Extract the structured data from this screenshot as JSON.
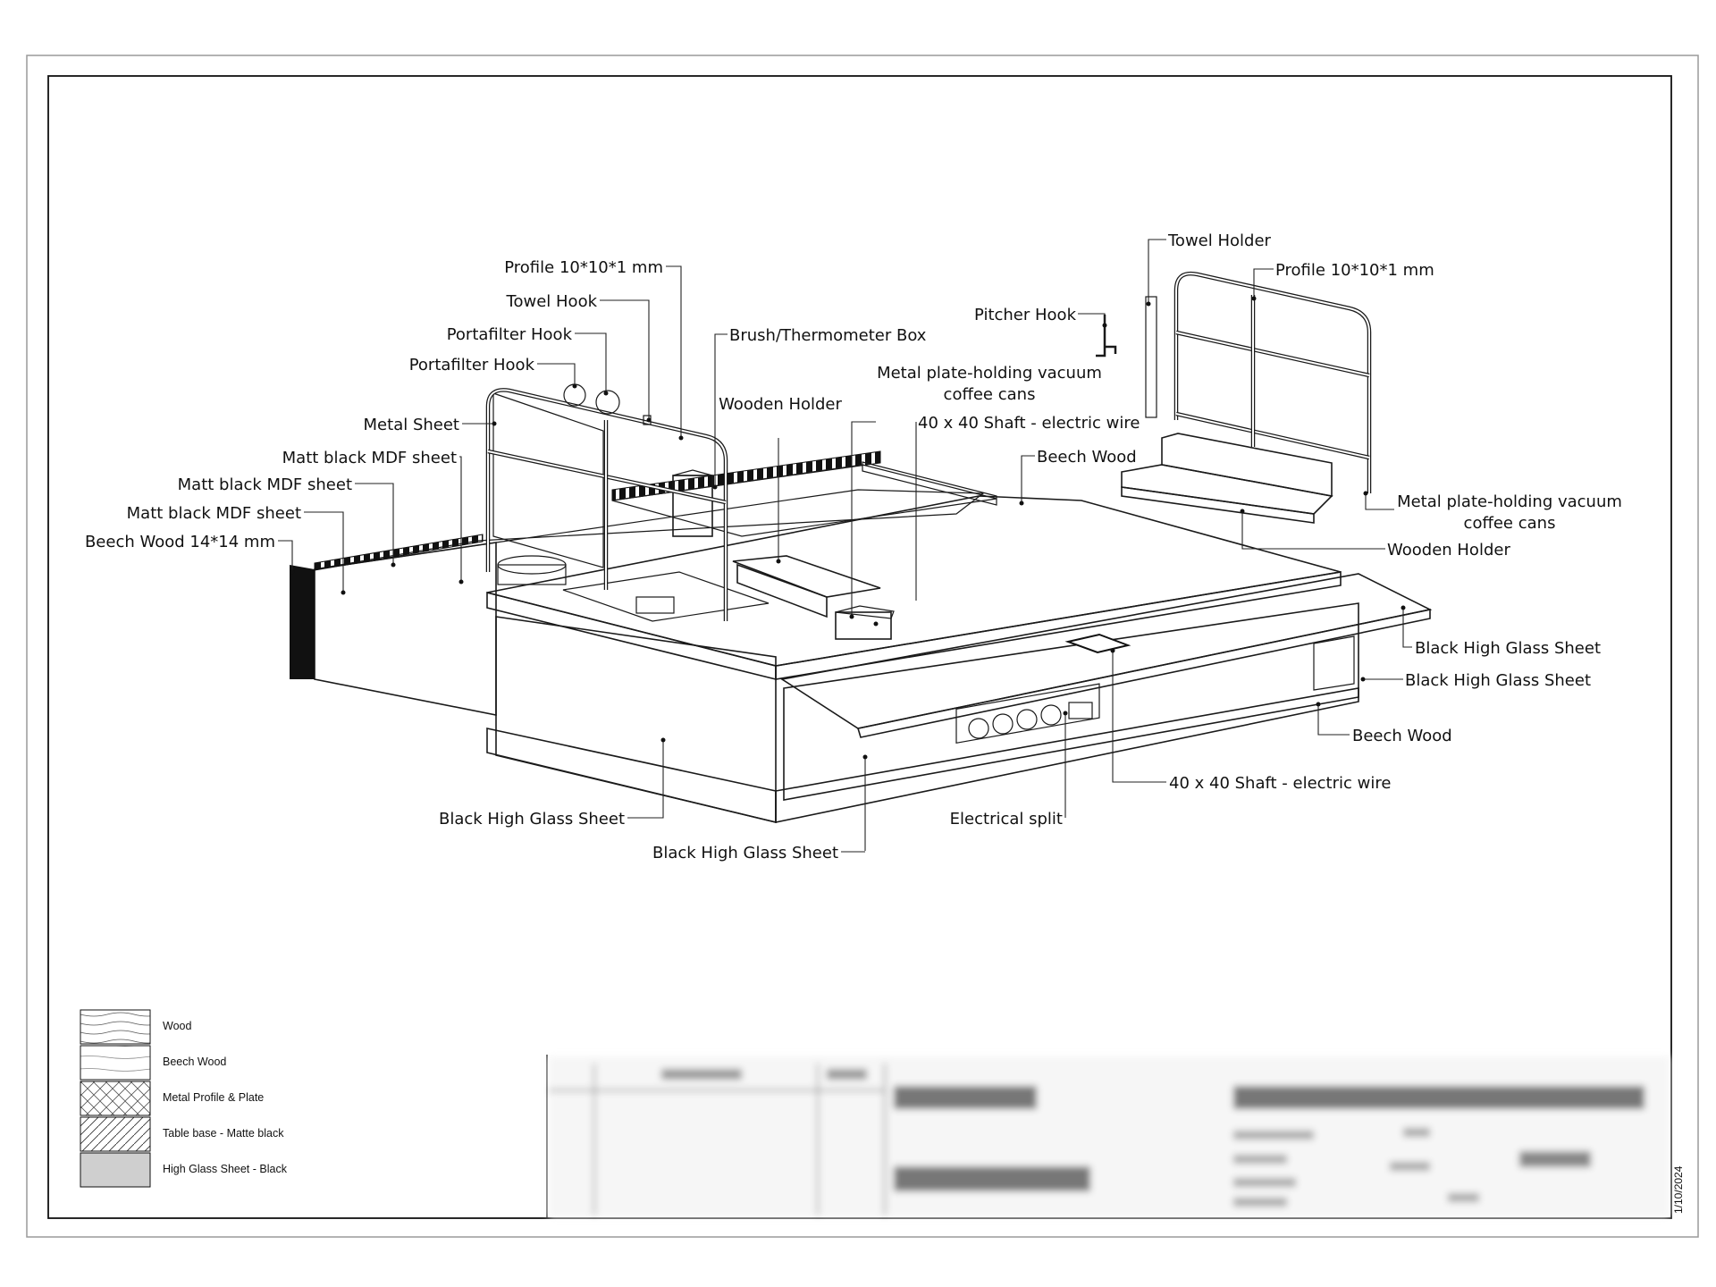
{
  "annotations": {
    "profile_left": "Profile 10*10*1 mm",
    "towel_hook": "Towel Hook",
    "portafilter_hook_1": "Portafilter Hook",
    "portafilter_hook_2": "Portafilter Hook",
    "metal_sheet": "Metal Sheet",
    "matt_black_mdf_1": "Matt black MDF sheet",
    "matt_black_mdf_2": "Matt black MDF sheet",
    "matt_black_mdf_3": "Matt black MDF sheet",
    "beech_wood_14": "Beech Wood 14*14 mm",
    "brush_box": "Brush/Thermometer Box",
    "wooden_holder_left": "Wooden Holder",
    "metal_plate_left_1": "Metal plate-holding vacuum",
    "metal_plate_left_2": "coffee cans",
    "shaft_top": "40 x 40 Shaft - electric wire",
    "beech_wood_top": "Beech Wood",
    "pitcher_hook": "Pitcher Hook",
    "towel_holder": "Towel Holder",
    "profile_right": "Profile 10*10*1 mm",
    "metal_plate_right_1": "Metal plate-holding vacuum",
    "metal_plate_right_2": "coffee cans",
    "wooden_holder_right": "Wooden Holder",
    "black_glass_1": "Black High Glass Sheet",
    "black_glass_2": "Black High Glass Sheet",
    "beech_wood_right": "Beech Wood",
    "shaft_bottom": "40 x 40 Shaft - electric wire",
    "electrical_split": "Electrical split",
    "black_glass_front_left": "Black High Glass Sheet",
    "black_glass_front_mid": "Black High Glass Sheet"
  },
  "legend": [
    {
      "label": "Wood",
      "pattern": "wood"
    },
    {
      "label": "Beech Wood",
      "pattern": "beech"
    },
    {
      "label": "Metal Profile & Plate",
      "pattern": "metal"
    },
    {
      "label": "Table base - Matte black",
      "pattern": "hatch"
    },
    {
      "label": "High Glass Sheet - Black",
      "pattern": "solid"
    }
  ],
  "title_block": {
    "date": "1/10/2024"
  },
  "colors": {
    "line": "#1a1a1a",
    "paper": "#ffffff",
    "glass_fill": "#d9d9d9",
    "face_fill": "#ececec"
  }
}
